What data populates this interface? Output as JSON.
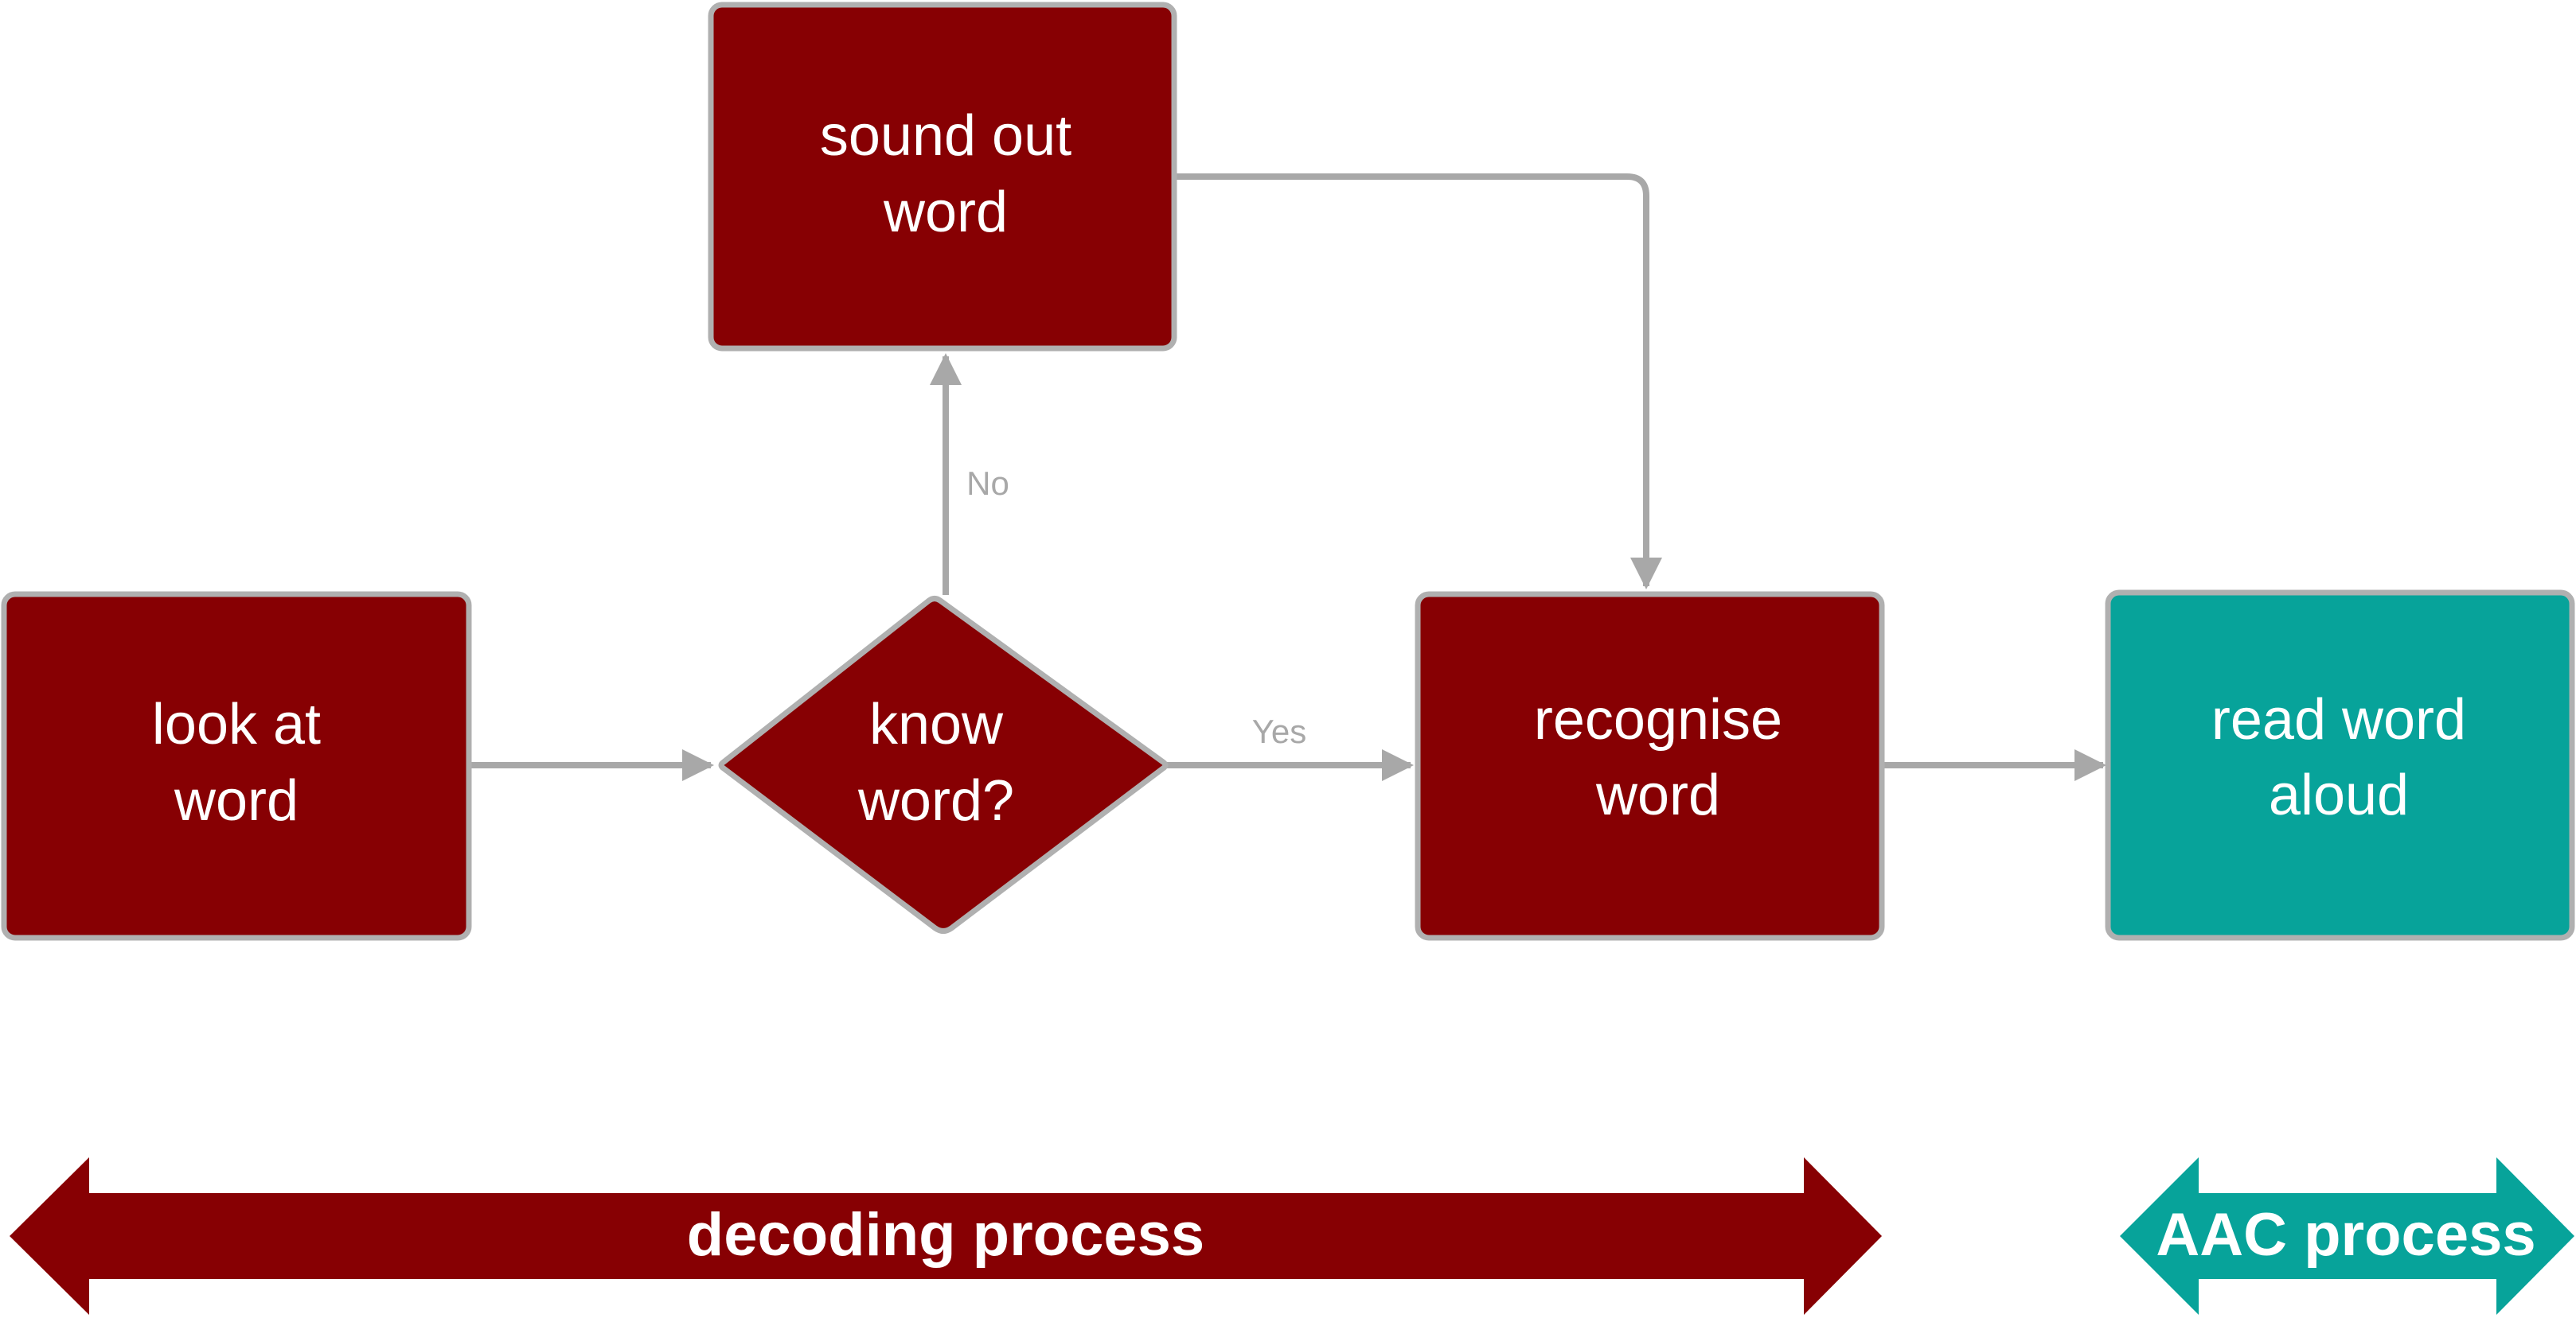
{
  "colors": {
    "decoding": "#870003",
    "aac": "#07a39a",
    "border": "#b0b0b0",
    "connector": "#a8a8a8",
    "edge_label": "#a8a8a8"
  },
  "nodes": {
    "look_at_word": {
      "line1": "look at",
      "line2": "word"
    },
    "know_word": {
      "line1": "know",
      "line2": "word?"
    },
    "sound_out_word": {
      "line1": "sound out",
      "line2": "word"
    },
    "recognise_word": {
      "line1": "recognise",
      "line2": "word"
    },
    "read_word_aloud": {
      "line1": "read word",
      "line2": "aloud"
    }
  },
  "edges": {
    "no_label": "No",
    "yes_label": "Yes"
  },
  "bands": {
    "decoding": "decoding process",
    "aac": "AAC process"
  }
}
